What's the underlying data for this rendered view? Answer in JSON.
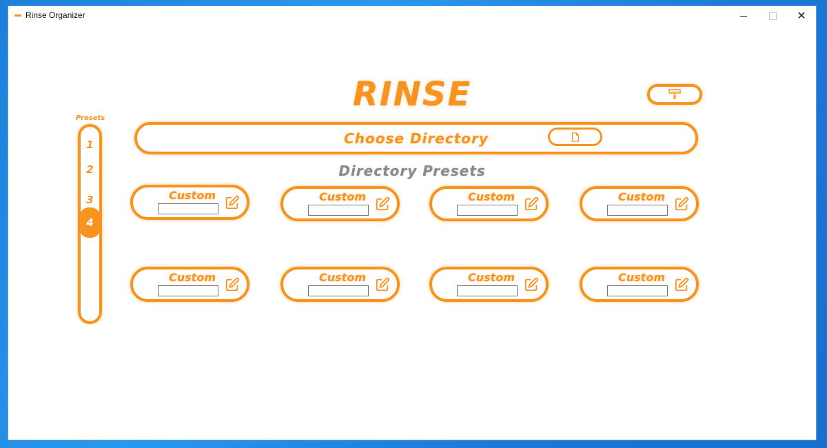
{
  "window": {
    "title": "Rinse Organizer"
  },
  "header": {
    "title": "RINSE"
  },
  "directory": {
    "choose_label": "Choose Directory"
  },
  "presets_section": {
    "title": "Directory Presets"
  },
  "sidebar": {
    "label": "Presets",
    "items": [
      "1",
      "2",
      "3",
      "4"
    ],
    "active_index": 3
  },
  "cards": [
    {
      "label": "Custom",
      "value": ""
    },
    {
      "label": "Custom",
      "value": ""
    },
    {
      "label": "Custom",
      "value": ""
    },
    {
      "label": "Custom",
      "value": ""
    },
    {
      "label": "Custom",
      "value": ""
    },
    {
      "label": "Custom",
      "value": ""
    },
    {
      "label": "Custom",
      "value": ""
    },
    {
      "label": "Custom",
      "value": ""
    }
  ],
  "colors": {
    "accent": "#f7931e",
    "subtitle": "#8a8a8a"
  },
  "icons": {
    "theme": "paint-roller-icon",
    "file": "file-icon",
    "edit": "edit-icon"
  }
}
